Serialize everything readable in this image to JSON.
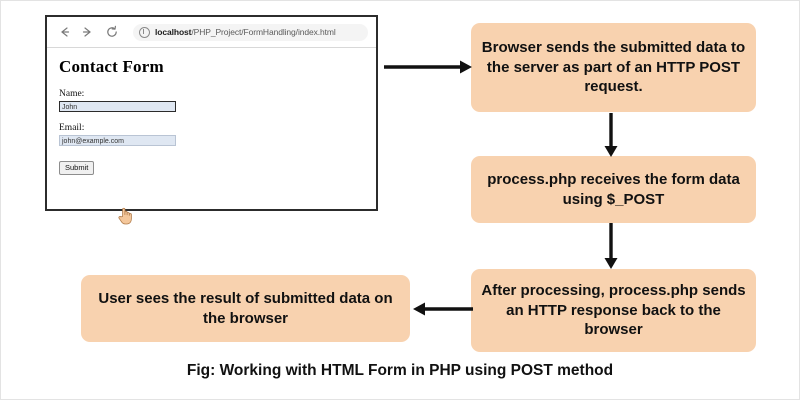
{
  "browser": {
    "nav": {
      "back_icon": "arrow-left-icon",
      "forward_icon": "arrow-right-icon",
      "reload_icon": "reload-icon"
    },
    "url": {
      "host": "localhost",
      "path": "/PHP_Project/FormHandling/index.html",
      "full": "localhost/PHP_Project/FormHandling/index.html",
      "info_icon": "info-circle-icon"
    },
    "page": {
      "title": "Contact Form",
      "fields": [
        {
          "label": "Name:",
          "value": "John",
          "focused": true
        },
        {
          "label": "Email:",
          "value": "john@example.com",
          "focused": false
        }
      ],
      "submit_label": "Submit",
      "cursor_icon": "pointing-hand-cursor"
    }
  },
  "flow": {
    "boxes": [
      {
        "id": "browser-sends",
        "text": "Browser sends the submitted data to the server as part of an HTTP POST request."
      },
      {
        "id": "process-php",
        "text": "process.php receives the form data using $_POST"
      },
      {
        "id": "after-proc",
        "text": "After processing, process.php sends an HTTP response back to the browser"
      },
      {
        "id": "user-sees",
        "text": "User sees the result of submitted data on the browser"
      }
    ],
    "arrows": [
      {
        "id": "arrow-right-1",
        "direction": "right"
      },
      {
        "id": "arrow-down-1",
        "direction": "down"
      },
      {
        "id": "arrow-down-2",
        "direction": "down"
      },
      {
        "id": "arrow-left-1",
        "direction": "left"
      }
    ]
  },
  "caption": "Fig: Working with HTML Form in PHP using POST method",
  "colors": {
    "box_fill": "#F8D2AF",
    "arrow": "#111111",
    "text": "#111111",
    "input_fill": "#DFE7F2",
    "browser_border": "#2C2C2C"
  }
}
